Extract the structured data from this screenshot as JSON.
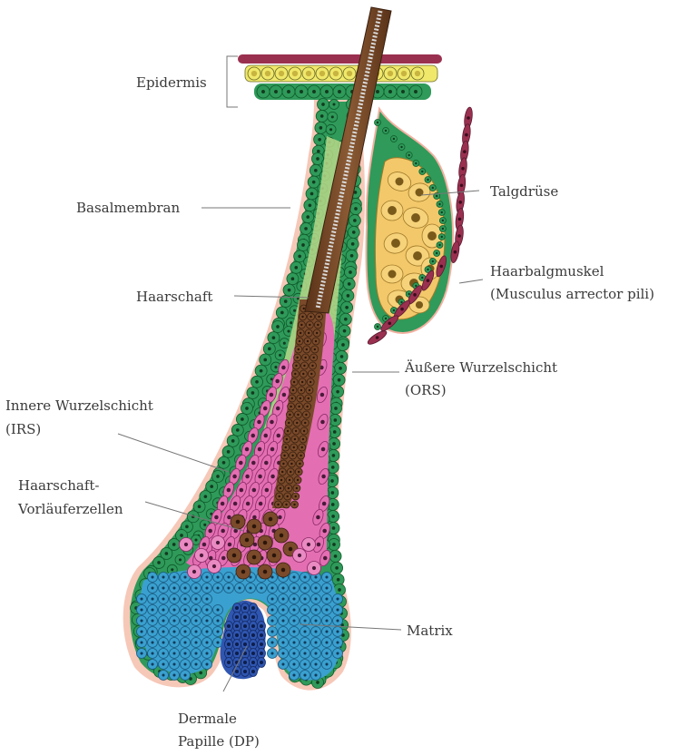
{
  "labels": {
    "epidermis": "Epidermis",
    "basalmembran": "Basalmembran",
    "haarschaft": "Haarschaft",
    "talgdruese": "Talgdrüse",
    "muskel_1": "Haarbalgmuskel",
    "muskel_2": "(Musculus arrector pili)",
    "ors_1": "Äußere Wurzelschicht",
    "ors_2": "(ORS)",
    "irs_1": "Innere Wurzelschicht",
    "irs_2": "(IRS)",
    "vorl_1": "Haarschaft-",
    "vorl_2": "Vorläuferzellen",
    "matrix": "Matrix",
    "dp_1": "Dermale",
    "dp_2": "Papille (DP)"
  },
  "colors": {
    "outer_root_sheath": "#2f9a5a",
    "inner_root_sheath": "#e36fb2",
    "hair_shaft": "#7a4a2a",
    "matrix": "#3aa0cf",
    "dermal_papilla": "#2f56b0",
    "sebaceous_gland": "#f3c86a",
    "basement_membrane": "#f2b0a0",
    "muscle": "#9a3050",
    "epidermis_top": "#9a3050",
    "epidermis_yellow": "#f0e86a"
  }
}
